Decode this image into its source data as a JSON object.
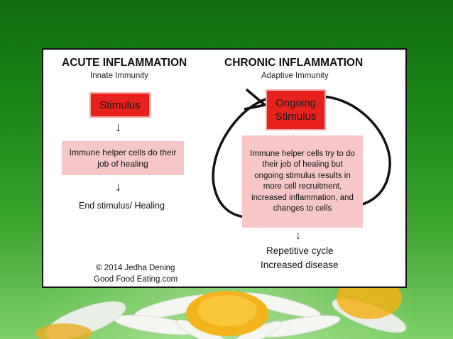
{
  "acute": {
    "title": "ACUTE INFLAMMATION",
    "subtitle": "Innate Immunity",
    "stimulus": "Stimulus",
    "helper": "Immune helper cells do their job of healing",
    "result": "End stimulus/ Healing"
  },
  "chronic": {
    "title": "CHRONIC INFLAMMATION",
    "subtitle": "Adaptive Immunity",
    "stimulus": "Ongoing Stimulus",
    "helper": "Immune helper cells try to do their job of healing but ongoing stimulus results in more cell recruitment, increased inflammation, and changes to cells",
    "result_line1": "Repetitive cycle",
    "result_line2": "Increased disease"
  },
  "credit": {
    "line1": "© 2014 Jedha Dening",
    "line2": "Good Food Eating.com"
  },
  "colors": {
    "stimulus_box": "#e8211f",
    "helper_box": "#f7c6c7",
    "background": "#1c8a18"
  },
  "icons": [
    "down-arrow-icon",
    "cycle-arrow-icon",
    "daisy-flower"
  ]
}
